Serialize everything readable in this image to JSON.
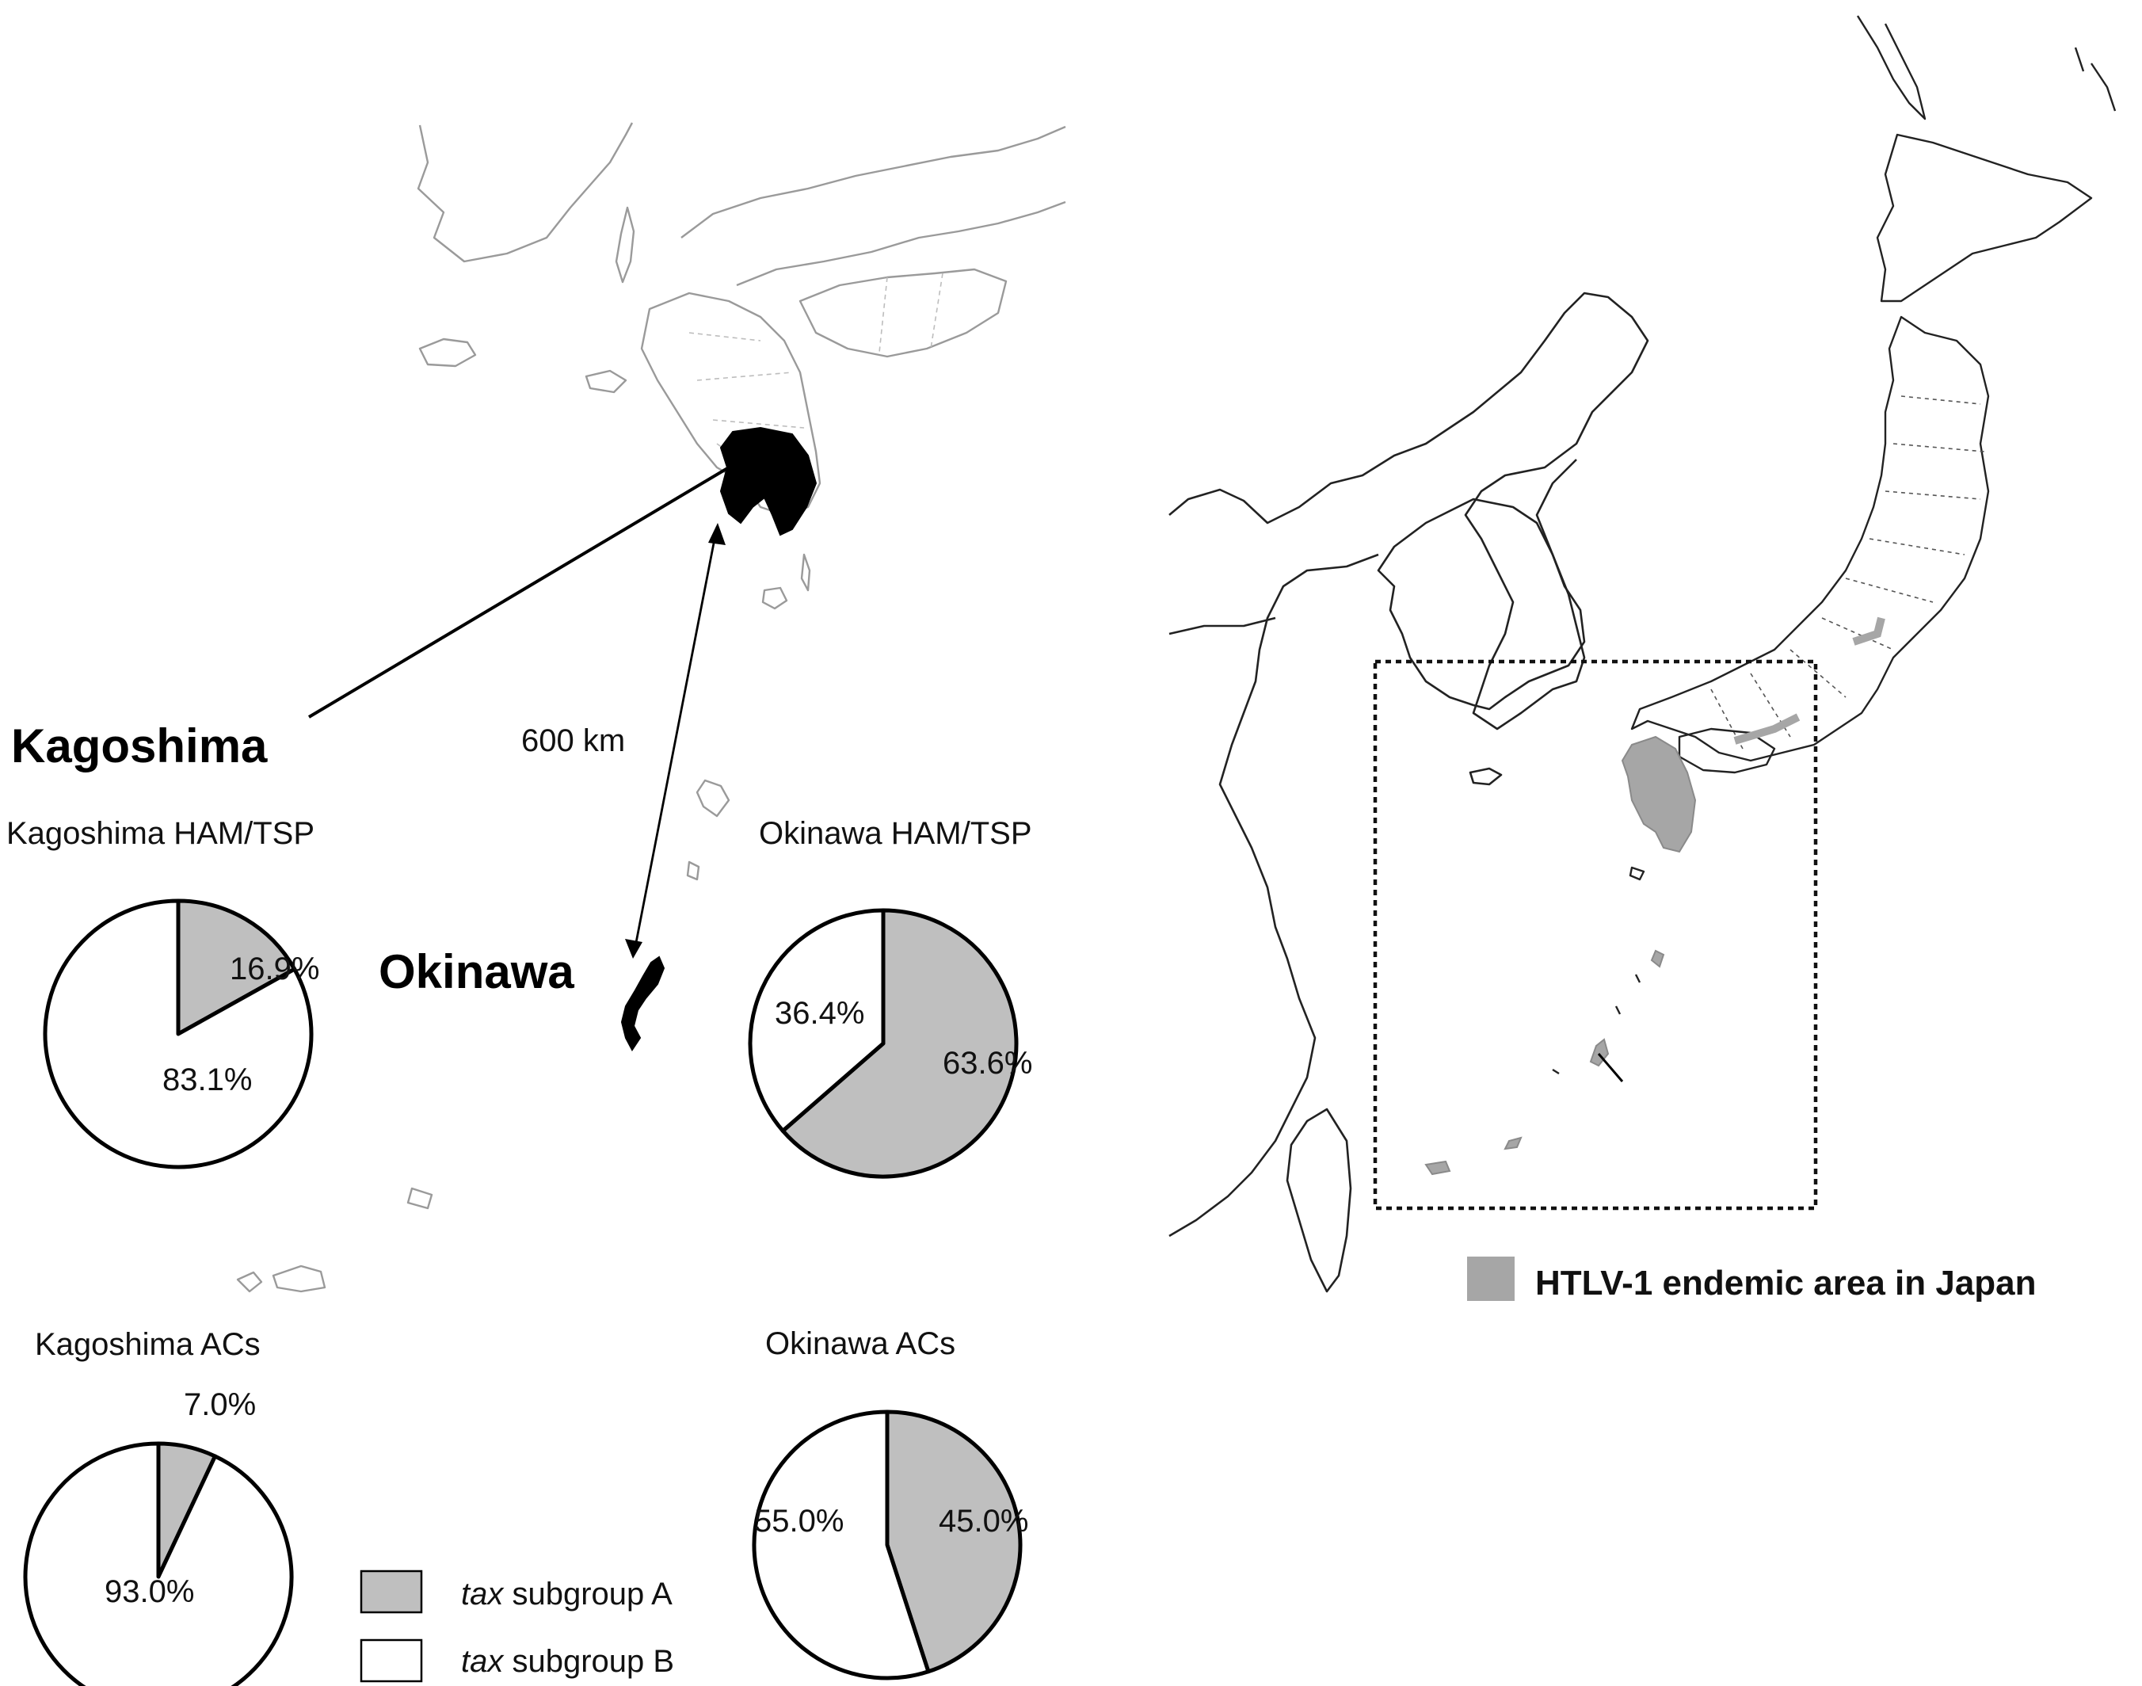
{
  "map_labels": {
    "kagoshima": "Kagoshima",
    "okinawa": "Okinawa",
    "distance": "600 km"
  },
  "colors": {
    "subgroup_a": "#bfbfbf",
    "subgroup_b": "#ffffff",
    "endemic": "#a6a6a6",
    "highlight": "#000000"
  },
  "chart_data": [
    {
      "type": "pie",
      "title": "Kagoshima HAM/TSP",
      "slices": [
        {
          "name": "tax subgroup A",
          "value": 16.9,
          "label": "16.9%"
        },
        {
          "name": "tax subgroup B",
          "value": 83.1,
          "label": "83.1%"
        }
      ]
    },
    {
      "type": "pie",
      "title": "Okinawa HAM/TSP",
      "slices": [
        {
          "name": "tax subgroup A",
          "value": 63.6,
          "label": "63.6%"
        },
        {
          "name": "tax subgroup B",
          "value": 36.4,
          "label": "36.4%"
        }
      ]
    },
    {
      "type": "pie",
      "title": "Kagoshima ACs",
      "slices": [
        {
          "name": "tax subgroup A",
          "value": 7.0,
          "label": "7.0%"
        },
        {
          "name": "tax subgroup B",
          "value": 93.0,
          "label": "93.0%"
        }
      ]
    },
    {
      "type": "pie",
      "title": "Okinawa ACs",
      "slices": [
        {
          "name": "tax subgroup A",
          "value": 45.0,
          "label": "45.0%"
        },
        {
          "name": "tax subgroup B",
          "value": 55.0,
          "label": "55.0%"
        }
      ]
    }
  ],
  "legend": {
    "a_em": "tax",
    "a_rest": " subgroup A",
    "b_em": "tax",
    "b_rest": " subgroup B"
  },
  "endemic_legend": "HTLV-1 endemic area in Japan"
}
